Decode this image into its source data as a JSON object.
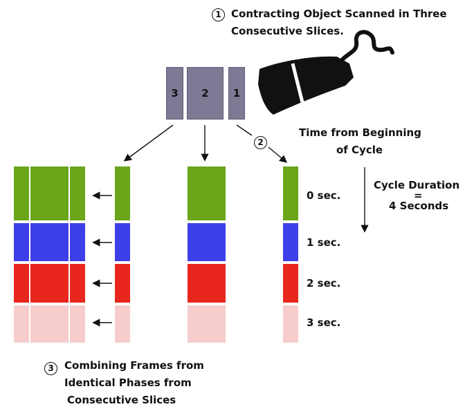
{
  "steps": {
    "one": {
      "number": "1",
      "line1": "Contracting Object Scanned in Three",
      "line2": "Consecutive Slices."
    },
    "two": {
      "number": "2"
    },
    "three": {
      "number": "3",
      "line1": "Combining Frames from",
      "line2": "Identical Phases from",
      "line3": "Consecutive Slices"
    }
  },
  "slices": [
    "3",
    "2",
    "1"
  ],
  "time_axis": {
    "title_line1": "Time from Beginning",
    "title_line2": "of Cycle"
  },
  "cycle": {
    "line1": "Cycle Duration",
    "equals": "=",
    "line2": "4 Seconds"
  },
  "times": [
    "0 sec.",
    "1 sec.",
    "2 sec.",
    "3 sec."
  ],
  "colors": {
    "green": "#6aa51a",
    "blue": "#3d3fe8",
    "red": "#e8261e",
    "pink": "#f6cccc",
    "slice": "#7e7a95"
  }
}
